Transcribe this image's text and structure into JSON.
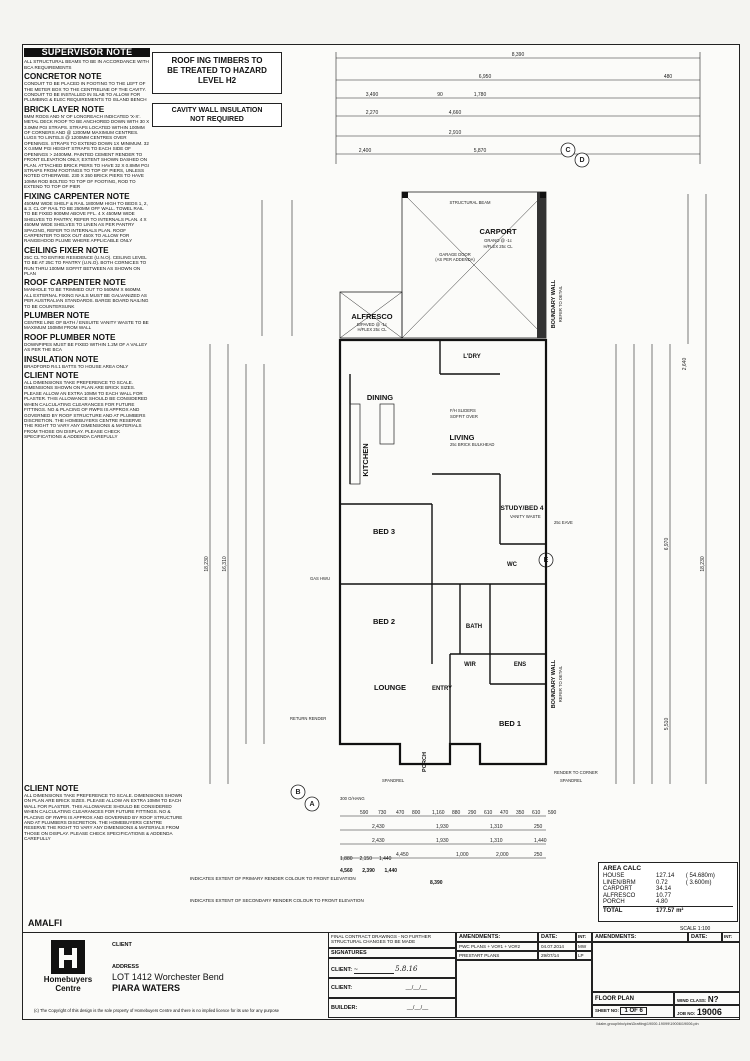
{
  "notes": {
    "supervisor_title": "SUPERVISOR NOTE",
    "supervisor_text": "ALL STRUCTURAL BEAMS TO BE IN ACCORDANCE WITH BCA REQUIREMENTS",
    "sections": [
      {
        "title": "CONCRETOR NOTE",
        "text": "CONDUIT TO BE PLACED IN FOOTING TO THE LEFT OF THE METER BOX TO THE CENTRELINE OF THE CAVITY. CONDUIT TO BE INSTALLED IN SLAB TO ALLOW FOR PLUMBING & ELEC REQUIREMENTS TO ISLAND BENCH"
      },
      {
        "title": "BRICK LAYER NOTE",
        "text": "5mm RODS AND N' OF LONGREACH INDICATED 'X-X'. METAL DECK ROOF TO BE ANCHORED DOWN WITH 30 x 3.0mm PGI STRAPS. STRAPS LOCATED WITHIN 100mm OF CORNERS AND @ 1200mm MAXIMUM CENTRES. LUGS TO LINTELS @ 1200mm CENTRES OVER OPENINGS. STRAPS TO EXTEND DOWN 1X MINIMUM. 32 x 0.8mm PGI HEIGHT STRAPS TO EACH SIDE OF OPENINGS > 2400mm. PAINTED CEMENT RENDER TO FRONT ELEVATION ONLY, EXTENT SHOWN DASHED ON PLAN. ATTACHED BRICK PIERS TO HAVE 32 x 0.8mm PGI STRAPS FROM FOOTINGS TO TOP OF PIERS, UNLESS NOTED OTHERWISE. 230 x 350 BRICK PIERS TO HAVE 10mm ROD BOLTED TO TOP OF FOOTING, ROD TO EXTEND TO TOP OF PIER"
      },
      {
        "title": "FIXING CARPENTER NOTE",
        "text": "450mm WIDE SHELF & RAIL 1800mm HIGH TO BEDS 1, 2, & 3. CL OF RAIL TO BE 250mm OFF WALL. TOWEL RAIL TO BE FIXED 900mm ABOVE FFL. 4 x 450mm WIDE SHELVES TO PANTRY, REFER TO INTERNALS PLAN. 4 x 450mm WIDE SHELVES TO LINEN AS PER PANTRY SPACING, REFER TO INTERNALS PLAN. ROOF CARPENTER TO BOX OUT 450X TO ALLOW FOR RANGEHOOD PLUME WHERE APPLICABLE ONLY"
      },
      {
        "title": "CEILING FIXER NOTE",
        "text": "25c CL TO ENTIRE RESIDENCE (U.N.O). CEILING LEVEL TO BE AT 25c TO PANTRY (U.N.O). BOTH CORNICES TO RUN THRU 100mm SOFFIT BETWEEN AS SHOWN ON PLAN"
      },
      {
        "title": "ROOF CARPENTER NOTE",
        "text": "MANHOLE TO BE TRIMMED OUT TO 560mm x 660mm. ALL EXTERNAL FIXING NAILS MUST BE GALVANIZED AS PER AUSTRALIAN STANDARDS. BARGE BOARD NAILING TO BE COUNTERSUNK"
      },
      {
        "title": "PLUMBER NOTE",
        "text": "CENTRE LINE OF BATH / ENSUITE VANITY WASTE TO BE MAXIMUM 150mm FROM WALL"
      },
      {
        "title": "ROOF PLUMBER NOTE",
        "text": "DOWNPIPES MUST BE FIXED WITHIN 1.2m OF A VALLEY AS PER THE BCA"
      },
      {
        "title": "INSULATION NOTE",
        "text": "BRADFORD R4.1 BATTS TO HOUSE AREA ONLY"
      },
      {
        "title": "CLIENT NOTE",
        "text": "ALL DIMENSIONS TAKE PREFERENCE TO SCALE. DIMENSIONS SHOWN ON PLAN ARE BRICK SIZES. PLEASE ALLOW AN EXTRA 10mm TO EACH WALL FOR PLASTER. THIS ALLOWANCE SHOULD BE CONSIDERED WHEN CALCULATING CLEARANCES FOR FUTURE FITTINGS. NO & PLACING OF RWPs IS APPROX AND GOVERNED BY ROOF STRUCTURE AND AT PLUMBERS DISCRETION. THE HOMEBUYERS CENTRE RESERVE THE RIGHT TO VARY ANY DIMENSIONS & MATERIALS FROM THOSE ON DISPLAY. PLEASE CHECK SPECIFICATIONS & ADDENDA CAREFULLY"
      }
    ],
    "footer_title": "CLIENT NOTE",
    "footer_text": "ALL DIMENSIONS TAKE PREFERENCE TO SCALE. DIMENSIONS SHOWN ON PLAN ARE BRICK SIZES. PLEASE ALLOW AN EXTRA 10mm TO EACH WALL FOR PLASTER. THIS ALLOWANCE SHOULD BE CONSIDERED WHEN CALCULATING CLEARANCES FOR FUTURE FITTINGS. NO & PLACING OF RWPs IS APPROX AND GOVERNED BY ROOF STRUCTURE AND AT PLUMBERS DISCRETION. THE HOMEBUYERS CENTRE RESERVE THE RIGHT TO VARY ANY DIMENSIONS & MATERIALS FROM THOSE ON DISPLAY. PLEASE CHECK SPECIFICATIONS & ADDENDA CAREFULLY",
    "design_name": "AMALFI"
  },
  "boxes": {
    "roof_line1": "ROOF ING TIMBERS TO",
    "roof_line2": "BE TREATED TO HAZARD",
    "roof_line3": "LEVEL H2",
    "cavity_line1": "CAVITY WALL INSULATION",
    "cavity_line2": "NOT REQUIRED"
  },
  "plan": {
    "overall_width": "8,390",
    "top_dim_2": "6,950",
    "top_dim_3": "480",
    "dining_dim": "3,490",
    "linen_dim": "90",
    "ldry_dim": "1,780",
    "kitchen_dim": "2,270",
    "living_dim": "4,660",
    "study_dim": "2,910",
    "alfresco_dim": "2,400",
    "carport_dim": "5,870",
    "side_left": "18,230",
    "side_left2": "16,310",
    "side_right": "18,230",
    "side_right2": "6,970",
    "side_right3": "2,640",
    "side_right4": "5,510",
    "rooms": {
      "carport": "CARPORT",
      "carport_sub": "GRANO @ -1c",
      "carport_sub2": "H/FLEX 25c CL",
      "garage_door": "GARAGE DOOR",
      "garage_door_sub": "(AS PER ADDENDA)",
      "alfresco": "ALFRESCO",
      "alfresco_sub": "B/PAVED @ -1c",
      "alfresco_sub2": "H/FLEX 25c CL",
      "structural_beam": "STRUCTURAL BEAM",
      "dining": "DINING",
      "living": "LIVING",
      "kitchen": "KITCHEN",
      "ldry": "L'DRY",
      "study": "STUDY/BED 4",
      "bed3": "BED 3",
      "bed2": "BED 2",
      "bath": "BATH",
      "wc": "WC",
      "wir": "WIR",
      "ens": "ENS",
      "lounge": "LOUNGE",
      "entry": "ENTRY",
      "bed1": "BED 1",
      "porch": "PORCH",
      "boundary": "BOUNDARY WALL",
      "boundary_sub": "REFER TO DETAIL",
      "spandrel": "SPANDREL",
      "render_corner": "RENDER TO CORNER",
      "return_render": "RETURN RENDER",
      "o_hang": "300 O/HANG",
      "gas_hwu": "GAS HWU",
      "vanity_waste": "VANITY WASTE",
      "fh_sliders": "F/H SLIDERS",
      "soffit_over": "SOFFIT OVER",
      "brick_bulkhead": "25c BRICK BULKHEAD",
      "eave": "25c EAVE"
    },
    "bottom_dims": {
      "row1": [
        "590",
        "730",
        "470",
        "800",
        "1,160",
        "880",
        "290",
        "610",
        "470",
        "350",
        "610",
        "590"
      ],
      "row2": [
        "2,430",
        "1,930",
        "1,310",
        "250"
      ],
      "row3": [
        "2,430",
        "1,930",
        "1,310",
        "1,440"
      ],
      "row4": [
        "4,450",
        "1,000",
        "2,000",
        "250"
      ],
      "row5": [
        "1,880",
        "2,150",
        "1,440"
      ],
      "total": "8,390",
      "part1": "4,560",
      "part2": "2,390",
      "part3": "1,440"
    },
    "markers": [
      "A",
      "B",
      "C",
      "D",
      "E"
    ]
  },
  "legend": {
    "primary": "INDICATES EXTENT OF PRIMARY RENDER COLOUR TO FRONT ELEVATION",
    "secondary": "INDICATES EXTENT OF SECONDARY RENDER COLOUR TO FRONT ELEVATION"
  },
  "area_calc": {
    "title": "AREA CALC",
    "rows": [
      {
        "label": "HOUSE",
        "value": "127.14",
        "extra": "( 54.680m)"
      },
      {
        "label": "LINEN/BRM",
        "value": "0.72",
        "extra": "( 3.600m)"
      },
      {
        "label": "CARPORT",
        "value": "34.14",
        "extra": ""
      },
      {
        "label": "ALFRESCO",
        "value": "10.77",
        "extra": ""
      },
      {
        "label": "PORCH",
        "value": "4.80",
        "extra": ""
      }
    ],
    "total_label": "TOTAL",
    "total_value": "177.57 m²"
  },
  "scale": "SCALE 1:100",
  "title_block": {
    "brand1": "Homebuyers",
    "brand2": "Centre",
    "client_label": "CLIENT",
    "address_label": "ADDRESS",
    "address_line1": "LOT 1412 Worchester Bend",
    "address_line2": "PIARA WATERS",
    "copyright": "(c) The Copyright of this design is the sole property of Homebuyers Centre and there is no implied licence for its use for any purpose",
    "final_contract": "FINAL CONTRACT DRAWINGS - NO FURTHER STRUCTURAL CHANGES TO BE MADE",
    "signatures": "SIGNATURES",
    "client_sig": "CLIENT:",
    "client_sig_date": "5.8.16",
    "client2": "CLIENT:",
    "builder": "BUILDER:",
    "date_sep": "__/__/__",
    "amendments": "AMENDMENTS:",
    "date_h": "DATE:",
    "int_h": "INT:",
    "amend1": "PWC PLANS + VO#1 + VO#2",
    "amend1_date": "04.07.2014",
    "amend1_int": "MW",
    "amend2": "PRESTART PLANS",
    "amend2_date": "29/07/14",
    "amend2_int": "LP",
    "floor_plan": "FLOOR PLAN",
    "wind_class_label": "WIND CLASS:",
    "wind_class": "N?",
    "sheet_no_label": "SHEET NO:",
    "sheet_no": "1 OF 6",
    "job_no_label": "JOB NO:",
    "job_no": "19006",
    "filename": "\\\\dalm.group\\hbc\\pbs\\Drafting\\19000-19099\\19006\\19006.pln"
  }
}
